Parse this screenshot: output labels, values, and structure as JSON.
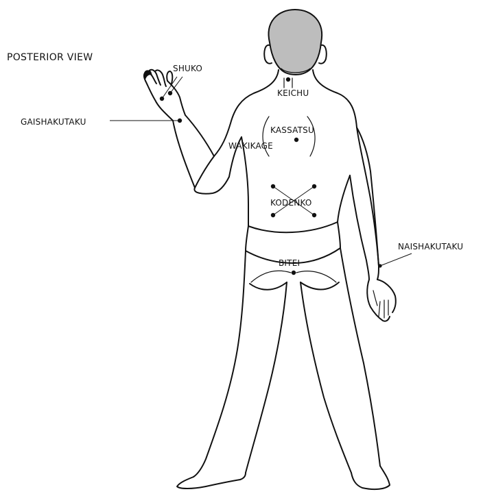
{
  "title": "POSTERIOR VIEW",
  "points": {
    "shuko": "SHUKO",
    "gaishakutaku": "GAISHAKUTAKU",
    "keichu": "KEICHU",
    "kassatsu": "KASSATSU",
    "wakikage": "WAKIKAGE",
    "kodenko": "KODENKO",
    "naishakutaku": "NAISHAKUTAKU",
    "bitei": "BITEI"
  },
  "colors": {
    "line": "#111111",
    "head": "#bdbdbd",
    "background": "#ffffff"
  }
}
